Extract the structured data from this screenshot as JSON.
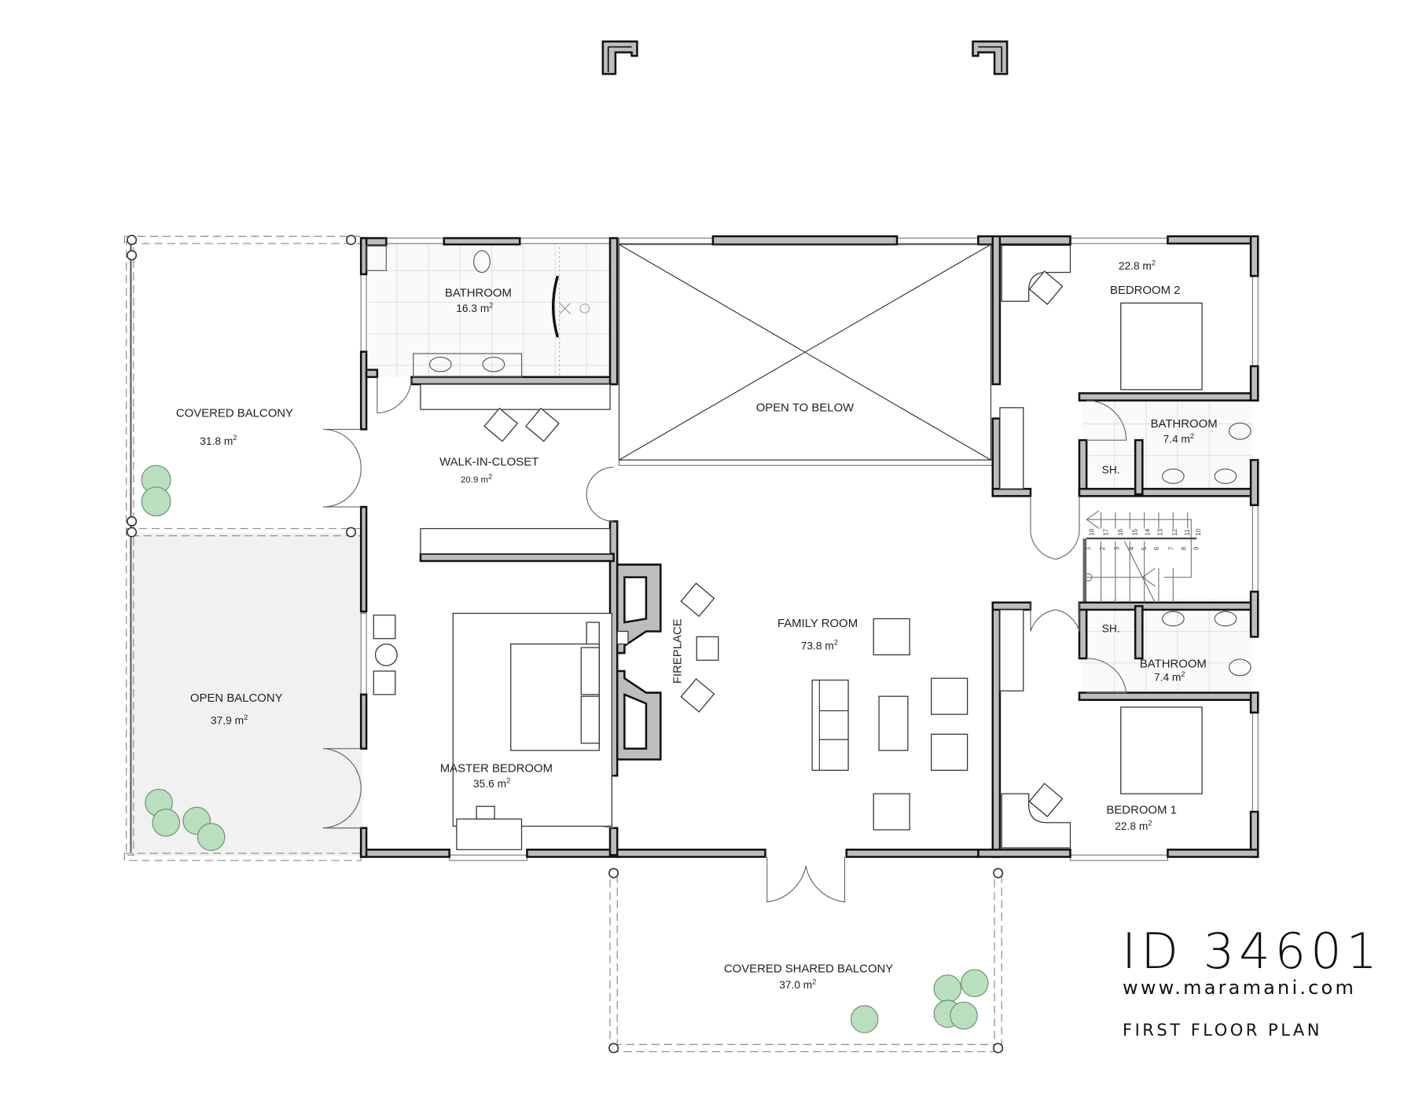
{
  "title_block": {
    "id": "ID 34601",
    "website": "www.maramani.com",
    "plan_name": "FIRST FLOOR PLAN"
  },
  "rooms": {
    "covered_balcony": {
      "name": "COVERED BALCONY",
      "area": "31.8 m",
      "unit_exp": "2"
    },
    "open_balcony": {
      "name": "OPEN BALCONY",
      "area": "37.9 m",
      "unit_exp": "2"
    },
    "bathroom_master": {
      "name": "BATHROOM",
      "area": "16.3 m",
      "unit_exp": "2"
    },
    "walk_in_closet": {
      "name": "WALK-IN-CLOSET",
      "area": "20.9 m",
      "unit_exp": "2"
    },
    "master_bedroom": {
      "name": "MASTER BEDROOM",
      "area": "35.6 m",
      "unit_exp": "2"
    },
    "open_to_below": {
      "name": "OPEN TO BELOW"
    },
    "fireplace": {
      "name": "FIREPLACE"
    },
    "family_room": {
      "name": "FAMILY ROOM",
      "area": "73.8 m",
      "unit_exp": "2"
    },
    "bedroom_2": {
      "name": "BEDROOM 2",
      "area": "22.8 m",
      "unit_exp": "2"
    },
    "bathroom_2": {
      "name": "BATHROOM",
      "area": "7.4 m",
      "unit_exp": "2",
      "shower": "SH."
    },
    "bathroom_1": {
      "name": "BATHROOM",
      "area": "7.4 m",
      "unit_exp": "2",
      "shower": "SH."
    },
    "bedroom_1": {
      "name": "BEDROOM 1",
      "area": "22.8 m",
      "unit_exp": "2"
    },
    "covered_shared_balcony": {
      "name": "COVERED SHARED BALCONY",
      "area": "37.0 m",
      "unit_exp": "2"
    }
  },
  "stairs": {
    "upper_numbers": [
      "18",
      "17",
      "16",
      "15",
      "14",
      "13",
      "12",
      "11",
      "10"
    ],
    "lower_numbers": [
      "1",
      "2",
      "3",
      "4",
      "5",
      "6",
      "7",
      "8",
      "9"
    ]
  },
  "colors": {
    "wall_fill": "#bdbdbd",
    "wall_stroke": "#111111",
    "open_balcony_fill": "#f1f1f1",
    "tree_fill": "#b9dfbf",
    "tile_grid": "#e3e3e3"
  }
}
